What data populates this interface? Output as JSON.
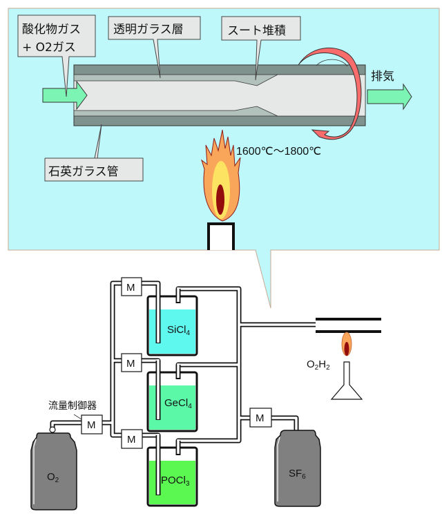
{
  "title": "MCVD method optical fiber preform fabrication diagram",
  "zoom_panel": {
    "callouts": {
      "input_gas_line1": "酸化物ガス",
      "input_gas_line2": "+ O2ガス",
      "clear_glass_layer": "透明ガラス層",
      "soot_deposit": "スート堆積",
      "quartz_tube": "石英ガラス管",
      "exhaust": "排気",
      "temperature": "1600℃～1800℃"
    },
    "colors": {
      "panel_bg": "#bff8fa",
      "tube_outer": "#7f928d",
      "tube_layer": "#b3c1bd",
      "tube_inner": "#e6e8e8",
      "flow_arrow": "#7cf4b4",
      "rotation_arrow": "#f86c6c",
      "flame_outer": "#f9a55a",
      "flame_mid": "#fde362",
      "flame_core": "#930d0d"
    }
  },
  "apparatus": {
    "flow_controller_label": "流量制御器",
    "mfc_label": "M",
    "tanks": [
      {
        "chem": "SiCl",
        "sub": "4",
        "color": "#5ff8ee"
      },
      {
        "chem": "GeCl",
        "sub": "4",
        "color": "#5bf8a8"
      },
      {
        "chem": "POCl",
        "sub": "3",
        "color": "#5cf852"
      }
    ],
    "cylinders": [
      {
        "chem": "O",
        "sub": "2"
      },
      {
        "chem": "SF",
        "sub": "6"
      }
    ],
    "burner_label": {
      "p1": "O",
      "s1": "2",
      "p2": "H",
      "s2": "2"
    },
    "cylinder_color": "#808080"
  }
}
